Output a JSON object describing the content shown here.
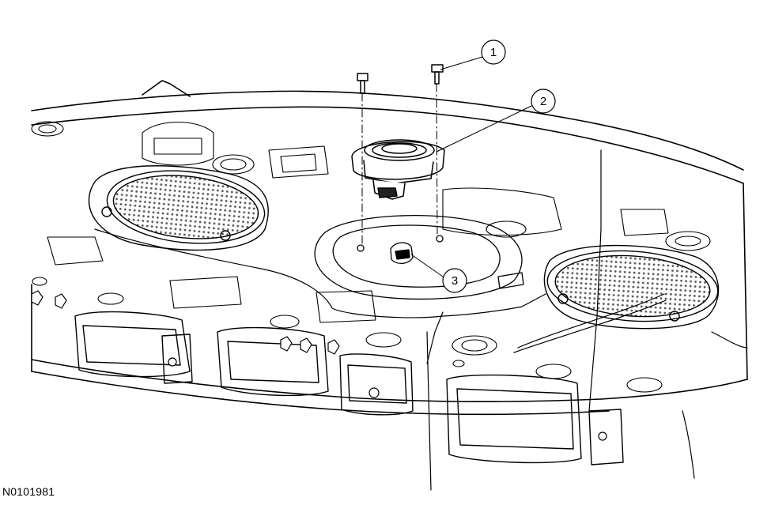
{
  "diagram": {
    "figure_id": "N0101981",
    "callouts": [
      {
        "number": "1",
        "part": "bolt"
      },
      {
        "number": "2",
        "part": "speaker"
      },
      {
        "number": "3",
        "part": "electrical-connector"
      }
    ]
  }
}
